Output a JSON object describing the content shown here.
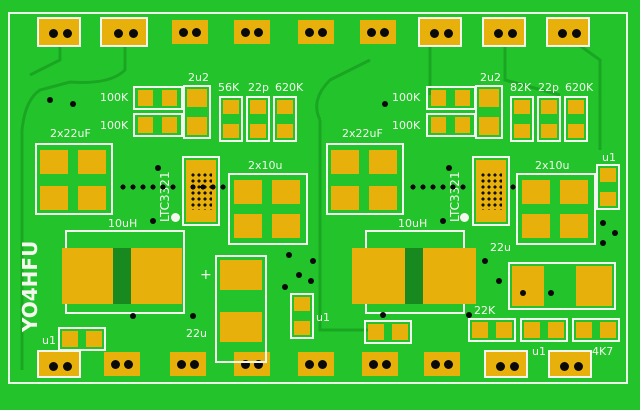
{
  "pcb": {
    "brand": "YO4HFU",
    "left_block": {
      "r_100k_a": "100K",
      "r_100k_b": "100K",
      "cap_2x22u": "2x22uF",
      "c_2u2": "2u2",
      "r_56k": "56K",
      "c_22p": "22p",
      "r_620k": "620K",
      "c_2x10u": "2x10u",
      "ic": "LTC3321",
      "inductor": "10uH",
      "plus": "+",
      "c_22u": "22u",
      "u1_a": "u1",
      "u1_b": "u1"
    },
    "right_block": {
      "r_100k_a": "100K",
      "r_100k_b": "100K",
      "cap_2x22u": "2x22uF",
      "c_2u2": "2u2",
      "r_82k": "82K",
      "c_22p": "22p",
      "r_620k": "620K",
      "c_2x10u": "2x10u",
      "ic": "LTC3321",
      "inductor": "10uH",
      "c_22u": "22u",
      "r_22k": "22K",
      "u1_a": "u1",
      "u1_b": "u1",
      "r_4k7": "4K7"
    },
    "colors": {
      "board": "#23c42b",
      "copper": "#e7b00a",
      "silkscreen": "#f5f7ef",
      "drill": "#0a0a0a"
    }
  }
}
